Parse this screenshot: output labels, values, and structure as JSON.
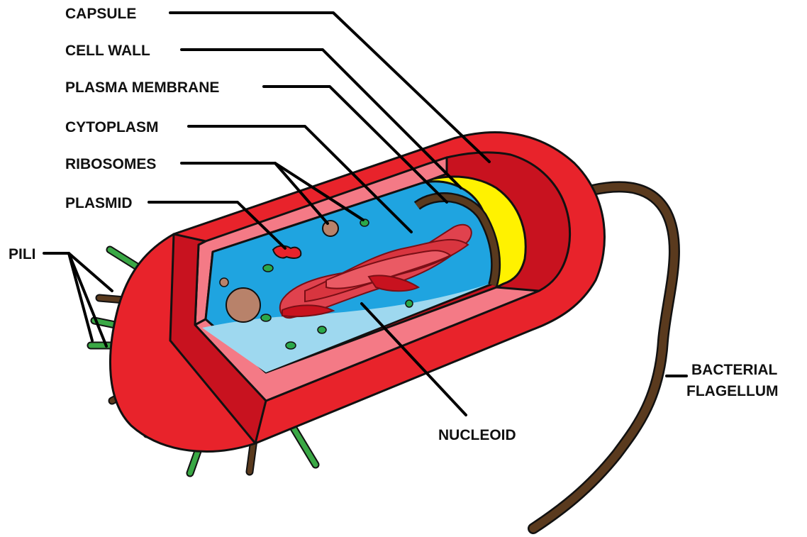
{
  "labels": {
    "capsule": "CAPSULE",
    "cell_wall": "CELL WALL",
    "plasma_membrane": "PLASMA MEMBRANE",
    "cytoplasm": "CYTOPLASM",
    "ribosomes": "RIBOSOMES",
    "plasmid": "PLASMID",
    "pili": "PILI",
    "nucleoid": "NUCLEOID",
    "flagellum_line1": "BACTERIAL",
    "flagellum_line2": "FLAGELLUM"
  },
  "colors": {
    "capsule": "#e8232b",
    "cell_wall": "#c8121f",
    "membrane_yellow": "#fff200",
    "cut_face": "#f47a86",
    "cytoplasm_blue": "#1fa4e0",
    "cytoplasm_light": "#9ed8ef",
    "nucleoid": "#e0424e",
    "ribosome": "#2aa84a",
    "plasmid_vesicle": "#b8826a",
    "flagellum": "#5a3a1e",
    "pili_green": "#3aa845",
    "pili_brown": "#5a3a1e"
  }
}
